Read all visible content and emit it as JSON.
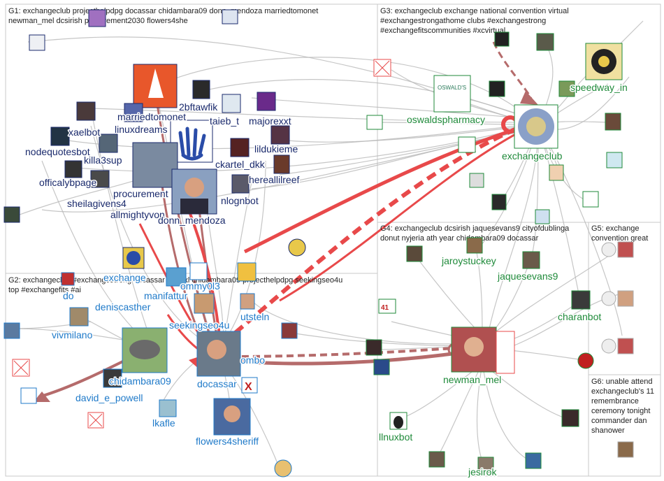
{
  "groups": [
    {
      "id": "G1",
      "lines": [
        "G1: exchangeclub projecthelpdpg docassar chidambara09 donn_mendoza marriedtomonet",
        "newman_mel dcsirish procurement2030 flowers4she"
      ]
    },
    {
      "id": "G2",
      "lines": [
        "G2: exchangeclub #exchangestrong docassar nodexl chidambara09 projecthelpdpg seekingseo4u",
        "top #exchangefits #ai"
      ]
    },
    {
      "id": "G3",
      "lines": [
        "G3: exchangeclub exchange national convention virtual",
        "#exchangestrongathome clubs #exchangestrong",
        "#exchangefitscommunities #xcvirtual"
      ]
    },
    {
      "id": "G4",
      "lines": [
        "G4: exchangeclub dcsirish jaquesevans9 cityofdublinga",
        "donut nyjeria ath year chidambara09 docassar"
      ]
    },
    {
      "id": "G5",
      "lines": [
        "G5: exchange",
        "convention great"
      ]
    },
    {
      "id": "G6",
      "lines": [
        "G6: unable attend",
        "exchangeclub's 11",
        "remembrance",
        "ceremony tonight",
        "commander dan",
        "shanower"
      ]
    }
  ],
  "labels": {
    "marriedtomonet": "marriedtomonet",
    "bftawfik": "2bftawfik",
    "taieb_t": "taieb_t",
    "majorexxt": "majorexxt",
    "xaelbot": "xaelbot",
    "linuxdreams": "linuxdreams",
    "nodequotesbot": "nodequotesbot",
    "killa3sup": "killa3sup",
    "lildukieme": "lildukieme",
    "ckartel_dkk": "ckartel_dkk",
    "officalybpage": "officalybpage",
    "hereallilreef": "hereallilreef",
    "sheilagivens4": "sheilagivens4",
    "procurement": "procurement",
    "allmightyvon": "allmightyvon",
    "nlognbot": "nlognbot",
    "donn_mendoza": "donn_mendoza",
    "oswaldspharmacy": "oswaldspharmacy",
    "exchangeclub": "exchangeclub",
    "speedway_in": "speedway_in",
    "do": "do",
    "deniscasther": "deniscasther",
    "manifattur": "manifattur",
    "seekingseo4u": "seekingseo4u",
    "utsteln": "utsteln",
    "vivmilano": "vivmilano",
    "chidambara09": "chidambara09",
    "docassar": "docassar",
    "ombo": "ombo",
    "david_e_powell": "david_e_powell",
    "lkafle": "lkafle",
    "flowers4sheriff": "flowers4sheriff",
    "jaroystuckey": "jaroystuckey",
    "jaquesevans9": "jaquesevans9",
    "charanbot": "charanbot",
    "newman_mel": "newman_mel",
    "llnuxbot": "llnuxbot",
    "jesirok": "jesirok",
    "oswalds_logo": "OSWALD'S",
    "exchange_partial": "exchange",
    "ommy": "ommy0l3"
  },
  "colors": {
    "red": "#e8494a",
    "navy": "#1a2a6c",
    "blue": "#1f7ac9",
    "green": "#1f8a3a"
  }
}
